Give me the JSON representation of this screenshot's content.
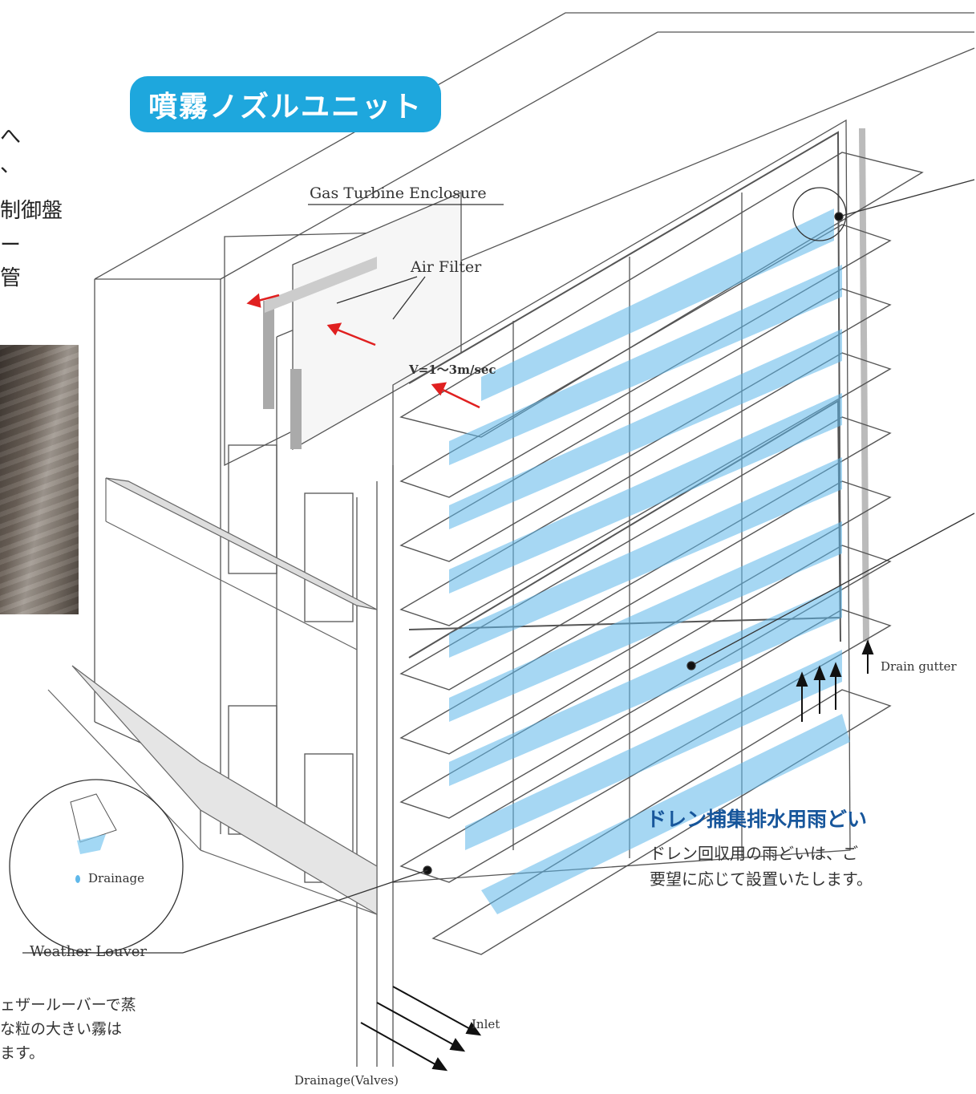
{
  "badge": {
    "label": "噴霧ノズルユニット",
    "color": "#1ea7dd"
  },
  "labels": {
    "enclosure": "Gas Turbine Enclosure",
    "air_filter": "Air Filter",
    "velocity": "V=1～3m/sec",
    "drain_gutter": "Drain gutter",
    "drainage": "Drainage",
    "weather_louver": "Weather Louver",
    "inlet": "Inlet",
    "drainage_valves": "Drainage(Valves)"
  },
  "left_fragments": [
    "へ",
    "、",
    "制御盤",
    "ー",
    "管"
  ],
  "louver_note": [
    "ェザールーバーで蒸",
    "な粒の大きい霧は",
    "ます。"
  ],
  "gutter_section": {
    "title": "ドレン捕集排水用雨どい",
    "title_color": "#17569b",
    "description": [
      "ドレン回収用の雨どいは、ご",
      "要望に応じて設置いたします。"
    ]
  },
  "colors": {
    "spray": "#5fb8ea",
    "arrow_red": "#e02020",
    "line": "#555555"
  }
}
